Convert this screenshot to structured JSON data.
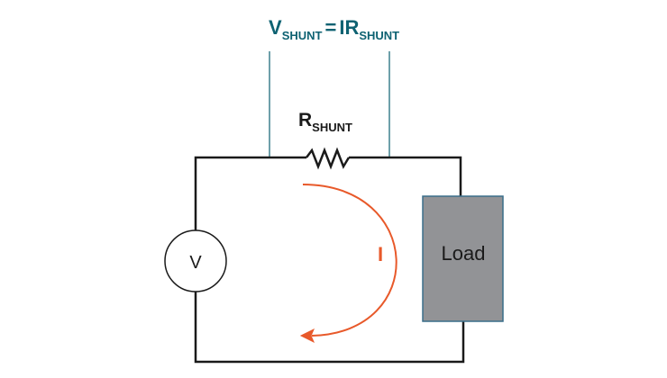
{
  "equation": {
    "v": "V",
    "v_sub": "SHUNT",
    "equals": "=",
    "ir": "IR",
    "ir_sub": "SHUNT"
  },
  "resistor_label": {
    "r": "R",
    "r_sub": "SHUNT"
  },
  "voltage_source_label": "V",
  "load_label": "Load",
  "current_label": "I",
  "colors": {
    "teal": "#0e6272",
    "wire": "#1a1a1a",
    "current": "#e8592a",
    "load_fill": "#929396",
    "load_border": "#3a6e8a"
  }
}
